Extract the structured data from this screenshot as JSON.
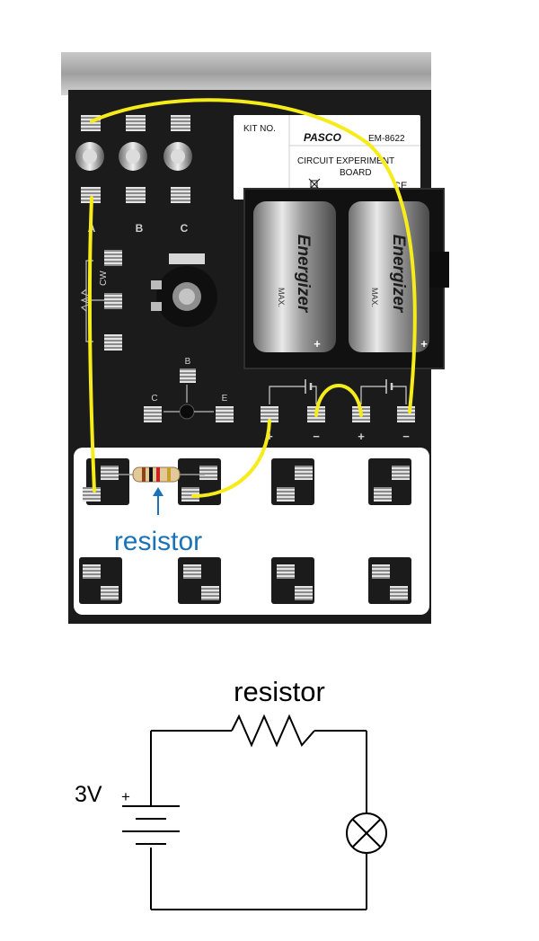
{
  "board": {
    "kit_label": "KIT NO.",
    "brand": "PASCO",
    "model": "EM-8622",
    "title_line1": "CIRCUIT EXPERIMENT",
    "title_line2": "BOARD",
    "ce_mark": "CE",
    "socket_labels": [
      "A",
      "B",
      "C"
    ],
    "pot_label": "CW",
    "transistor_labels": {
      "base": "B",
      "collector": "C",
      "emitter": "E"
    },
    "battery_brand": "Energizer",
    "battery_sub": "MAX.",
    "battery_polarity": [
      "+",
      "−",
      "+",
      "−"
    ],
    "battery_plus_marks": [
      "+",
      "+"
    ],
    "annotation": "resistor",
    "colors": {
      "board": "#1b1b1b",
      "wire": "#f5ec1a",
      "annotation": "#1a73b8",
      "spring": "#c8c8c8"
    }
  },
  "schematic": {
    "resistor_label": "resistor",
    "voltage_label": "3V",
    "plus_sign": "+",
    "components": [
      "resistor-symbol",
      "battery-symbol",
      "lamp-symbol"
    ]
  }
}
